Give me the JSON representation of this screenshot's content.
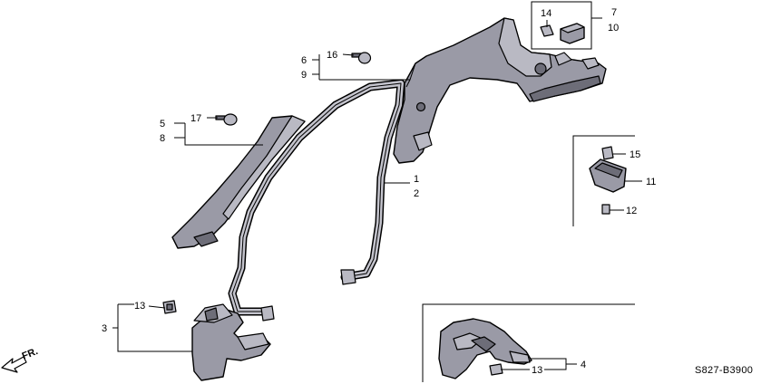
{
  "labels": {
    "n1": "1",
    "n2": "2",
    "n3": "3",
    "n4": "4",
    "n5": "5",
    "n6": "6",
    "n7": "7",
    "n8": "8",
    "n9": "9",
    "n10": "10",
    "n11": "11",
    "n12": "12",
    "n13a": "13",
    "n13b": "13",
    "n14": "14",
    "n15": "15",
    "n16": "16",
    "n17": "17"
  },
  "direction": "FR.",
  "diagram_code": "S827-B3900",
  "icons": [
    "front-arrow-icon"
  ]
}
